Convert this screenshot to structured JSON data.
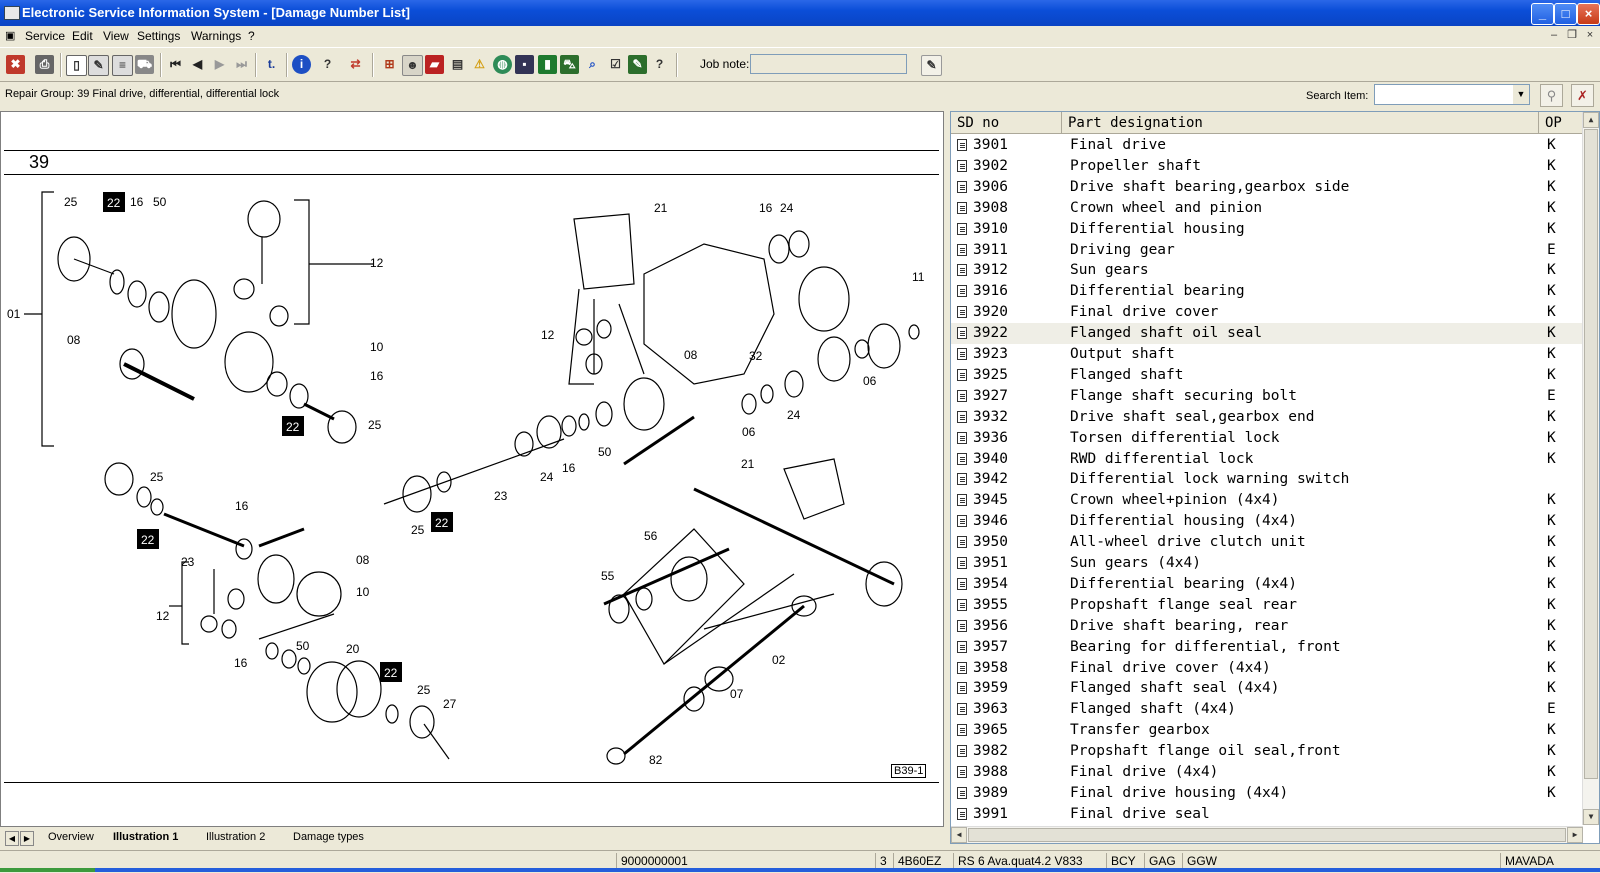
{
  "window": {
    "title": "Electronic Service Information System - [Damage Number List]"
  },
  "menu": [
    "Service",
    "Edit",
    "View",
    "Settings",
    "Warnings",
    "?"
  ],
  "toolbar": {
    "job_note_label": "Job note:",
    "job_note_value": ""
  },
  "repair_group": "Repair Group: 39 Final drive, differential, differential lock",
  "search": {
    "label": "Search Item:",
    "value": ""
  },
  "illustration": {
    "group_number": "39",
    "figure_code": "B39-1",
    "callouts": [
      "25",
      "22",
      "16",
      "50",
      "12",
      "01",
      "08",
      "10",
      "16",
      "22",
      "25",
      "21",
      "16",
      "24",
      "11",
      "12",
      "08",
      "32",
      "06",
      "06",
      "24",
      "24",
      "16",
      "50",
      "23",
      "25",
      "22",
      "25",
      "22",
      "23",
      "16",
      "08",
      "10",
      "12",
      "50",
      "20",
      "16",
      "22",
      "25",
      "27",
      "21",
      "56",
      "55",
      "02",
      "07",
      "82"
    ]
  },
  "tabs": [
    "Overview",
    "Illustration 1",
    "Illustration 2",
    "Damage types"
  ],
  "list": {
    "columns": {
      "sd": "SD no",
      "name": "Part designation",
      "op": "OP"
    },
    "rows": [
      {
        "sd": "3901",
        "name": "Final drive",
        "op": "K"
      },
      {
        "sd": "3902",
        "name": "Propeller shaft",
        "op": "K"
      },
      {
        "sd": "3906",
        "name": "Drive shaft bearing,gearbox side",
        "op": "K"
      },
      {
        "sd": "3908",
        "name": "Crown wheel and pinion",
        "op": "K"
      },
      {
        "sd": "3910",
        "name": "Differential housing",
        "op": "K"
      },
      {
        "sd": "3911",
        "name": "Driving gear",
        "op": "E"
      },
      {
        "sd": "3912",
        "name": "Sun gears",
        "op": "K"
      },
      {
        "sd": "3916",
        "name": "Differential bearing",
        "op": "K"
      },
      {
        "sd": "3920",
        "name": "Final drive cover",
        "op": "K"
      },
      {
        "sd": "3922",
        "name": "Flanged shaft oil seal",
        "op": "K"
      },
      {
        "sd": "3923",
        "name": "Output shaft",
        "op": "K"
      },
      {
        "sd": "3925",
        "name": "Flanged shaft",
        "op": "K"
      },
      {
        "sd": "3927",
        "name": "Flange shaft securing bolt",
        "op": "E"
      },
      {
        "sd": "3932",
        "name": "Drive shaft seal,gearbox end",
        "op": "K"
      },
      {
        "sd": "3936",
        "name": "Torsen differential lock",
        "op": "K"
      },
      {
        "sd": "3940",
        "name": "RWD differential lock",
        "op": "K"
      },
      {
        "sd": "3942",
        "name": "Differential lock warning switch",
        "op": ""
      },
      {
        "sd": "3945",
        "name": "Crown wheel+pinion (4x4)",
        "op": "K"
      },
      {
        "sd": "3946",
        "name": "Differential housing (4x4)",
        "op": "K"
      },
      {
        "sd": "3950",
        "name": "All-wheel drive clutch unit",
        "op": "K"
      },
      {
        "sd": "3951",
        "name": "Sun gears (4x4)",
        "op": "K"
      },
      {
        "sd": "3954",
        "name": "Differential bearing (4x4)",
        "op": "K"
      },
      {
        "sd": "3955",
        "name": "Propshaft flange seal rear",
        "op": "K"
      },
      {
        "sd": "3956",
        "name": "Drive shaft bearing, rear",
        "op": "K"
      },
      {
        "sd": "3957",
        "name": "Bearing for differential, front",
        "op": "K"
      },
      {
        "sd": "3958",
        "name": "Final drive cover (4x4)",
        "op": "K"
      },
      {
        "sd": "3959",
        "name": "Flanged shaft seal (4x4)",
        "op": "K"
      },
      {
        "sd": "3963",
        "name": "Flanged shaft (4x4)",
        "op": "E"
      },
      {
        "sd": "3965",
        "name": "Transfer gearbox",
        "op": "K"
      },
      {
        "sd": "3982",
        "name": "Propshaft flange oil seal,front",
        "op": "K"
      },
      {
        "sd": "3988",
        "name": "Final drive (4x4)",
        "op": "K"
      },
      {
        "sd": "3989",
        "name": "Final drive housing (4x4)",
        "op": "K"
      },
      {
        "sd": "3991",
        "name": "Final drive seal",
        "op": ""
      }
    ]
  },
  "status": {
    "order_no": "9000000001",
    "count": "3",
    "engine": "4B60EZ",
    "model": "RS 6 Ava.quat4.2 V833",
    "code1": "BCY",
    "code2": "GAG",
    "code3": "GGW",
    "user": "MAVADA"
  }
}
